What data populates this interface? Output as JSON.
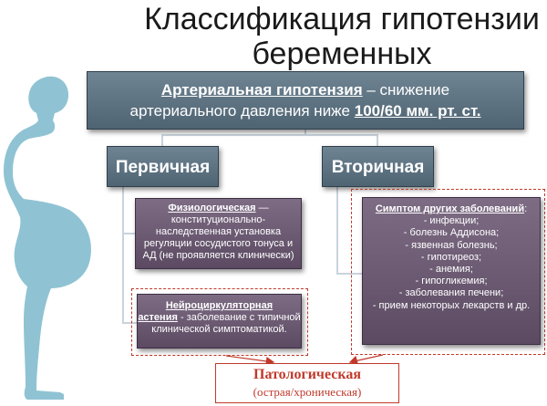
{
  "title": {
    "line1": "Классификация гипотензии",
    "line2": "беременных"
  },
  "definition": {
    "term": "Артериальная гипотензия",
    "dash": " – ",
    "text1": "снижение",
    "text2": "артериального давления ниже ",
    "value": "100/60 мм. рт. ст."
  },
  "primary": {
    "label": "Первичная"
  },
  "secondary": {
    "label": "Вторичная"
  },
  "physiological": {
    "term": "Физиологическая",
    "dash": " —",
    "text": "конституционально-наследственная установка регуляции сосудистого тонуса и АД (не проявляется клинически)"
  },
  "neuro": {
    "term1": "Нейроциркуляторная",
    "term2": "астения",
    "text": " - заболевание с типичной клинической симптоматикой."
  },
  "symptom": {
    "heading": "Симптом других заболеваний",
    "colon": ":",
    "items": [
      "- инфекции;",
      "- болезнь Аддисона;",
      "- язвенная болезнь;",
      "-  гипотиреоз;",
      "- анемия;",
      "- гипогликемия;",
      "- заболевания печени;",
      "- прием некоторых лекарств и др."
    ]
  },
  "pathological": {
    "title": "Патологическая",
    "subtitle": "(острая/хроническая)"
  },
  "colors": {
    "slate_box": "#5f7482",
    "plum_box": "#6b5a72",
    "dash_red": "#c0392b",
    "silhouette": "#8fc3d3",
    "connector": "#c9d3dc"
  }
}
